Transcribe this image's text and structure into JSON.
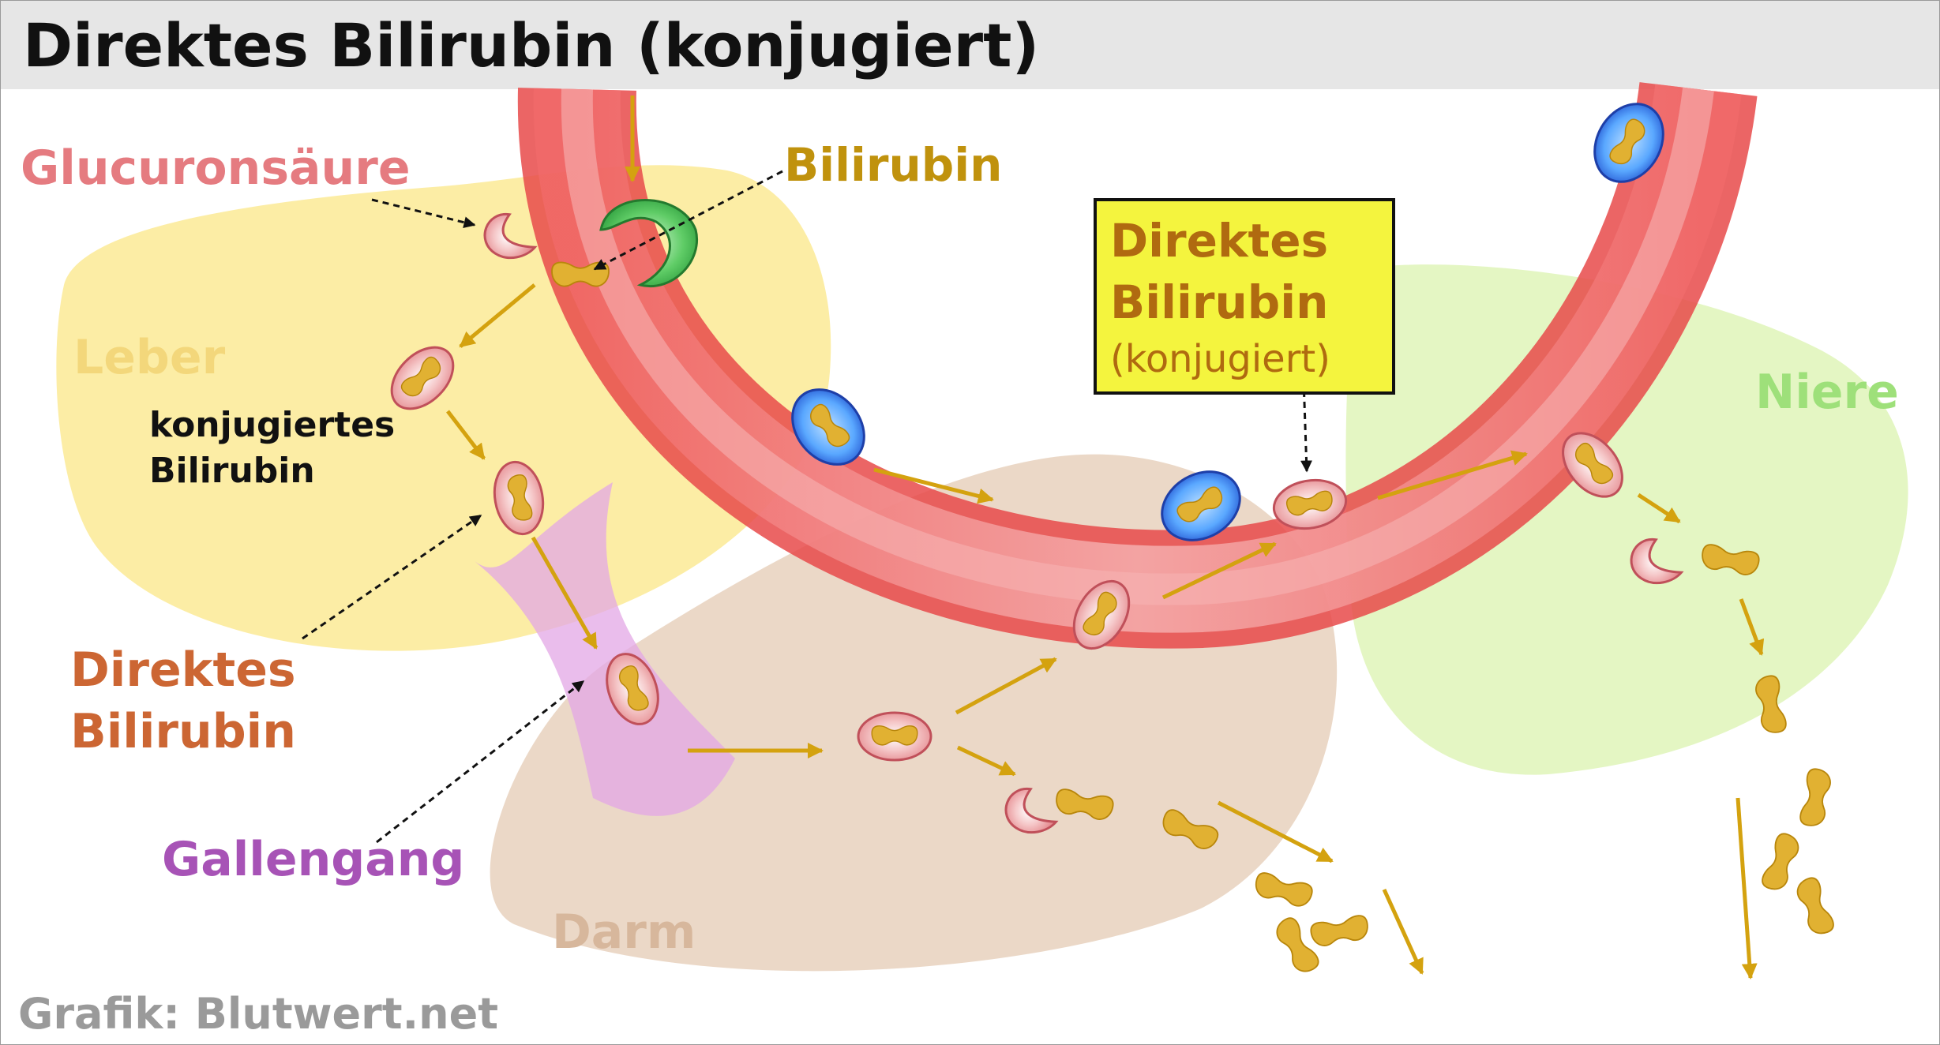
{
  "title": "Direktes Bilirubin (konjugiert)",
  "labels": {
    "glucuronsaeure": "Glucuronsäure",
    "bilirubin": "Bilirubin",
    "leber": "Leber",
    "konjugiert_1": "konjugiertes",
    "konjugiert_2": "Bilirubin",
    "direkt_left_1": "Direktes",
    "direkt_left_2": "Bilirubin",
    "gallengang": "Gallengang",
    "darm": "Darm",
    "niere": "Niere",
    "credit": "Grafik: Blutwert.net"
  },
  "callout": {
    "line1": "Direktes",
    "line2": "Bilirubin",
    "line3": "(konjugiert)"
  },
  "colors": {
    "leber": "#fbe98f",
    "darm": "#ecd8c8",
    "niere": "#dff5b8",
    "gallengang": "#e3a7e6",
    "vessel": "#ef6b6b",
    "arrow": "#d4a20f",
    "bilirubin": "#e1b132",
    "glucuron": "#e8858b",
    "callout_bg": "#f4f43e"
  }
}
